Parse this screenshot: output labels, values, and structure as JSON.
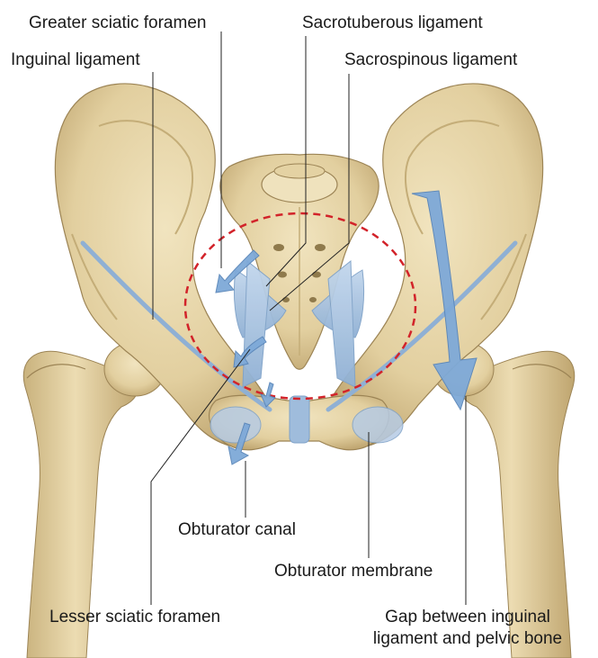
{
  "labels": {
    "greater_sciatic_foramen": "Greater sciatic foramen",
    "sacrotuberous_ligament": "Sacrotuberous ligament",
    "inguinal_ligament": "Inguinal ligament",
    "sacrospinous_ligament": "Sacrospinous ligament",
    "obturator_canal": "Obturator canal",
    "obturator_membrane": "Obturator membrane",
    "lesser_sciatic_foramen": "Lesser sciatic foramen",
    "gap_line1": "Gap between inguinal",
    "gap_line2": "ligament and pelvic bone"
  },
  "colors": {
    "bone": "#e6d6ac",
    "bone_shadow": "#c4ad78",
    "bone_dark": "#9c8455",
    "ligament": "#a9c3df",
    "ligament_dark": "#7fa2c8",
    "arrow": "#7ea9d8",
    "pelvic_inlet_dash": "#d2232a",
    "leader_line": "#222222"
  }
}
